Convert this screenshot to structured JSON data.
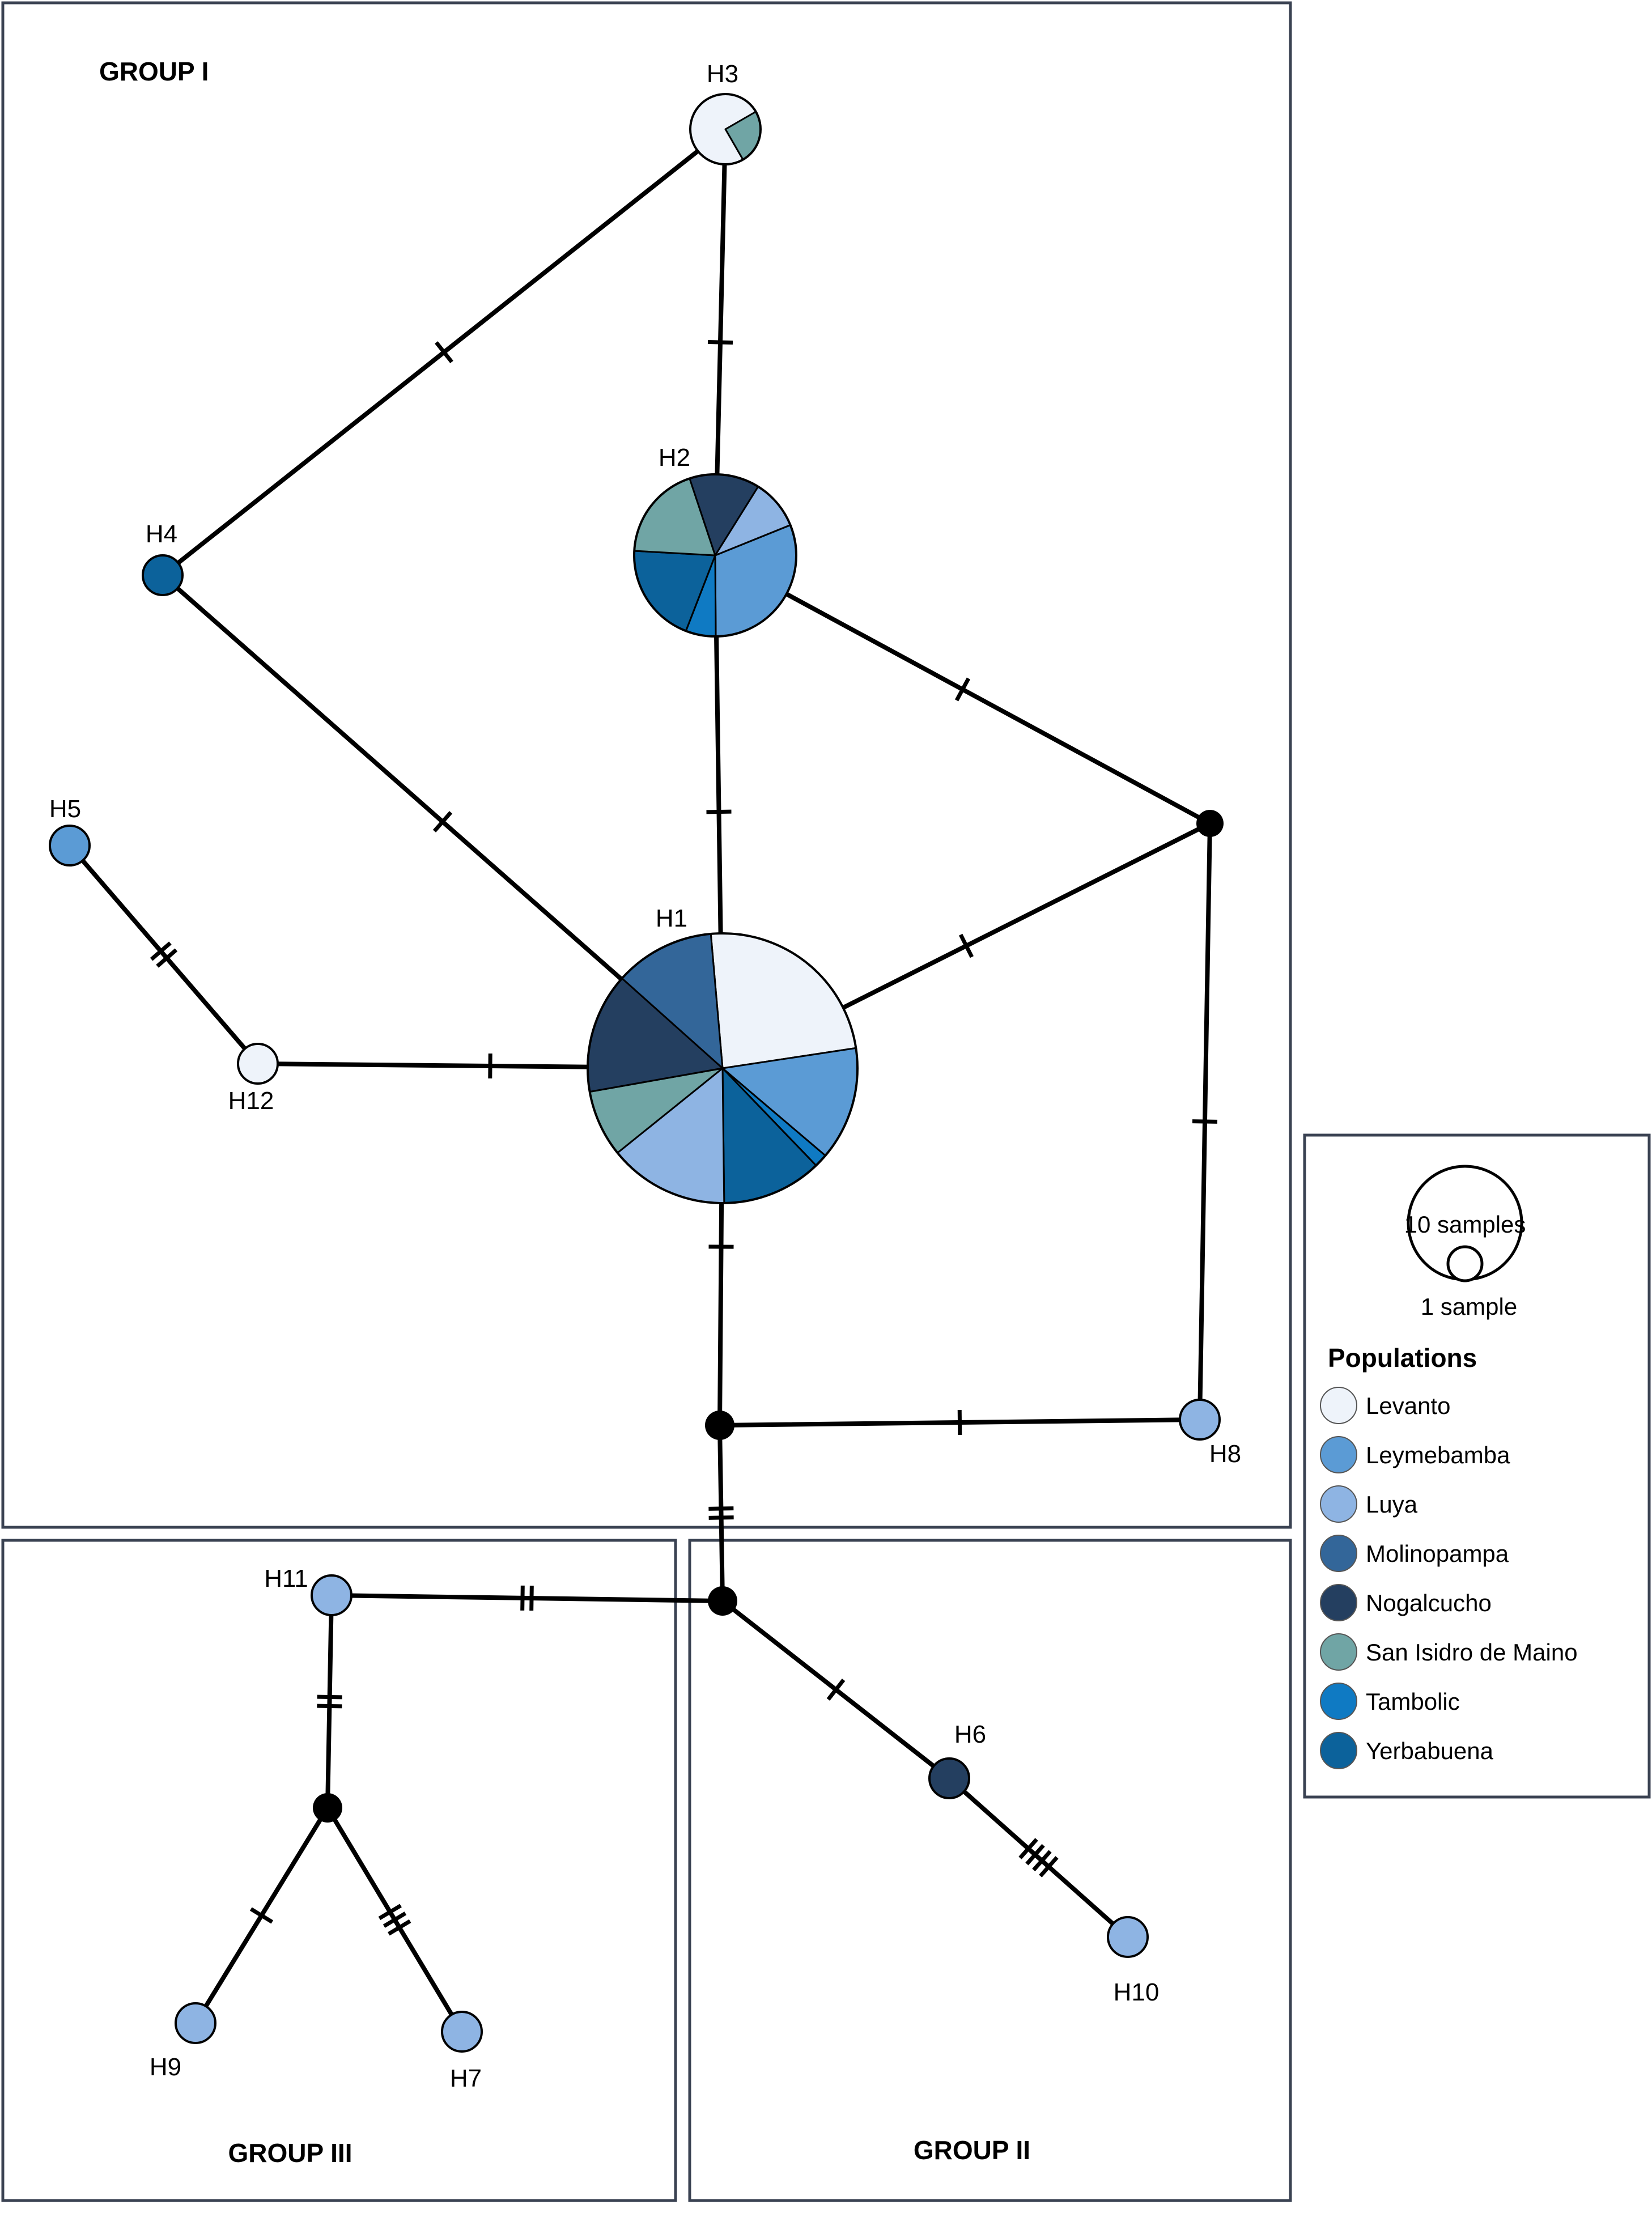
{
  "groups": {
    "group1": "GROUP I",
    "group2": "GROUP II",
    "group3": "GROUP III"
  },
  "legend": {
    "size_large": "10 samples",
    "size_small": "1 sample",
    "title": "Populations",
    "populations": [
      {
        "name": "Levanto",
        "color": "#eef3fa"
      },
      {
        "name": "Leymebamba",
        "color": "#5b9bd5"
      },
      {
        "name": "Luya",
        "color": "#8eb4e3"
      },
      {
        "name": "Molinopampa",
        "color": "#336699"
      },
      {
        "name": "Nogalcucho",
        "color": "#243f60"
      },
      {
        "name": "San Isidro de Maino",
        "color": "#70a5a5"
      },
      {
        "name": "Tambolic",
        "color": "#0f7ac3"
      },
      {
        "name": "Yerbabuena",
        "color": "#0c629b"
      }
    ]
  },
  "haplotypes": [
    {
      "id": "H1",
      "label": "H1",
      "group": "GROUP I",
      "samples": 12,
      "composition": {
        "Levanto": 3,
        "Leymebamba": 1.7,
        "Luya": 1.8,
        "Molinopampa": 1.5,
        "Nogalcucho": 1.8,
        "San Isidro de Maino": 1,
        "Tambolic": 0.2,
        "Yerbabuena": 1.5
      }
    },
    {
      "id": "H2",
      "label": "H2",
      "group": "GROUP I",
      "samples": 5,
      "composition": {
        "Levanto": 0,
        "Leymebamba": 1.55,
        "Luya": 0.5,
        "Molinopampa": 0,
        "Nogalcucho": 0.7,
        "San Isidro de Maino": 0.95,
        "Tambolic": 0.3,
        "Yerbabuena": 1.0
      }
    },
    {
      "id": "H3",
      "label": "H3",
      "group": "GROUP I",
      "samples": 1,
      "composition": {
        "Levanto": 0.75,
        "San Isidro de Maino": 0.25
      }
    },
    {
      "id": "H4",
      "label": "H4",
      "group": "GROUP I",
      "samples": 1,
      "composition": {
        "Yerbabuena": 1
      }
    },
    {
      "id": "H5",
      "label": "H5",
      "group": "GROUP I",
      "samples": 1,
      "composition": {
        "Leymebamba": 1
      }
    },
    {
      "id": "H6",
      "label": "H6",
      "group": "GROUP II",
      "samples": 1,
      "composition": {
        "Nogalcucho": 1
      }
    },
    {
      "id": "H7",
      "label": "H7",
      "group": "GROUP III",
      "samples": 1,
      "composition": {
        "Luya": 1
      }
    },
    {
      "id": "H8",
      "label": "H8",
      "group": "GROUP I",
      "samples": 1,
      "composition": {
        "Luya": 1
      }
    },
    {
      "id": "H9",
      "label": "H9",
      "group": "GROUP III",
      "samples": 1,
      "composition": {
        "Luya": 1
      }
    },
    {
      "id": "H10",
      "label": "H10",
      "group": "GROUP II",
      "samples": 1,
      "composition": {
        "Luya": 1
      }
    },
    {
      "id": "H11",
      "label": "H11",
      "group": "GROUP III",
      "samples": 1,
      "composition": {
        "Luya": 1
      }
    },
    {
      "id": "H12",
      "label": "H12",
      "group": "GROUP I",
      "samples": 1,
      "composition": {
        "Levanto": 1
      }
    }
  ],
  "links": [
    {
      "from": "H3",
      "to": "H2",
      "mutations": 1
    },
    {
      "from": "H3",
      "to": "H4",
      "mutations": 1
    },
    {
      "from": "H4",
      "to": "H1",
      "mutations": 1
    },
    {
      "from": "H2",
      "to": "H1",
      "mutations": 1
    },
    {
      "from": "H2",
      "to": "median-east",
      "mutations": 1
    },
    {
      "from": "H1",
      "to": "median-east",
      "mutations": 1
    },
    {
      "from": "median-east",
      "to": "H8",
      "mutations": 1
    },
    {
      "from": "H5",
      "to": "H12",
      "mutations": 2
    },
    {
      "from": "H12",
      "to": "H1",
      "mutations": 1
    },
    {
      "from": "H1",
      "to": "median-center",
      "mutations": 1
    },
    {
      "from": "median-center",
      "to": "H8",
      "mutations": 1
    },
    {
      "from": "median-center",
      "to": "median-junction",
      "mutations": 2
    },
    {
      "from": "median-junction",
      "to": "H11",
      "mutations": 2
    },
    {
      "from": "median-junction",
      "to": "H6",
      "mutations": 1
    },
    {
      "from": "H6",
      "to": "H10",
      "mutations": 4
    },
    {
      "from": "H11",
      "to": "median-lower",
      "mutations": 2
    },
    {
      "from": "median-lower",
      "to": "H9",
      "mutations": 1
    },
    {
      "from": "median-lower",
      "to": "H7",
      "mutations": 3
    }
  ]
}
